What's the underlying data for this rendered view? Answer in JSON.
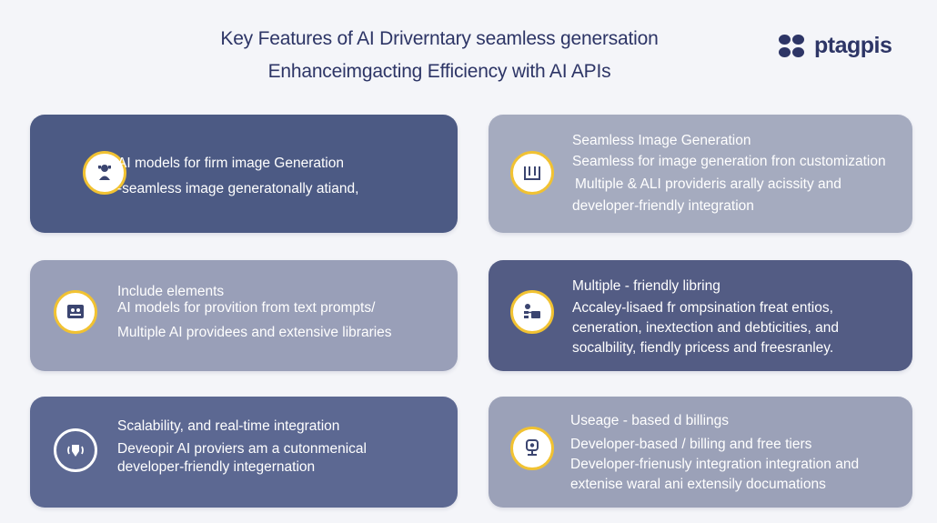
{
  "header": {
    "title_line1": "Key Features of AI Driverntary seamless genersation",
    "title_line2": "Enhanceimgacting Efficiency with AI APIs"
  },
  "logo": {
    "text": "ptagpis",
    "color": "#2d3566"
  },
  "colors": {
    "accent_ring": "#f1c232",
    "card_dark": "#4c5a84",
    "card_light": "#a5abbf",
    "title": "#2d3566"
  },
  "cards": [
    {
      "icon": "trophy-person-icon",
      "lines": [
        "AI models for firm image Generation",
        "-seamless image generatonally atiand,"
      ]
    },
    {
      "icon": "book-icon",
      "lines": [
        "Seamless Image Generation",
        "Seamless for image generation fron customization",
        "Multiple & ALI provideris arally acissity and",
        "developer-friendly integration"
      ]
    },
    {
      "icon": "gallery-icon",
      "lines": [
        "Include elements",
        "AI models for provition from text prompts/",
        "Multiple AI providees and extensive libraries"
      ]
    },
    {
      "icon": "connection-icon",
      "lines": [
        "Multiple - friendly libring",
        "Accaley-lisaed fr ompsination freat entios,",
        "ceneration, inextection and debticities, and",
        "socalbility, fiendly pricess and freesranley."
      ]
    },
    {
      "icon": "shield-signal-icon",
      "lines": [
        "Scalability, and real-time integration",
        "Deveopir AI proviers am a cutonmenical",
        "developer-friendly integernation"
      ]
    },
    {
      "icon": "microphone-icon",
      "lines": [
        "Useage - based d billings",
        "Developer-based / billing and free tiers",
        "Developer-frienusly integration integration and",
        "extenise waral ani extensily documations"
      ]
    }
  ]
}
